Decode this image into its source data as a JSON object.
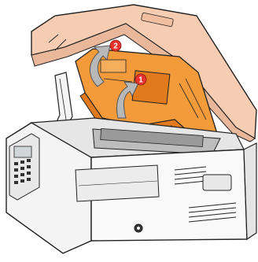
{
  "figure": {
    "kind": "printer-toner-cartridge-removal-illustration",
    "colors": {
      "lid": "#f6cdb2",
      "lid_shadow": "#e9b89a",
      "cartridge_orange": "#f39a3b",
      "cartridge_dark": "#e07a1c",
      "printer_body": "#f4f4f4",
      "outline": "#222222",
      "arrow": "#b8b8b8",
      "step_badge": "#e8322b"
    },
    "steps": [
      {
        "number": "1",
        "meaning": "lift-cartridge-up"
      },
      {
        "number": "2",
        "meaning": "pull-cartridge-out"
      }
    ],
    "icons": [
      "power-button-icon",
      "control-keypad-icon",
      "lcd-display-icon"
    ]
  }
}
